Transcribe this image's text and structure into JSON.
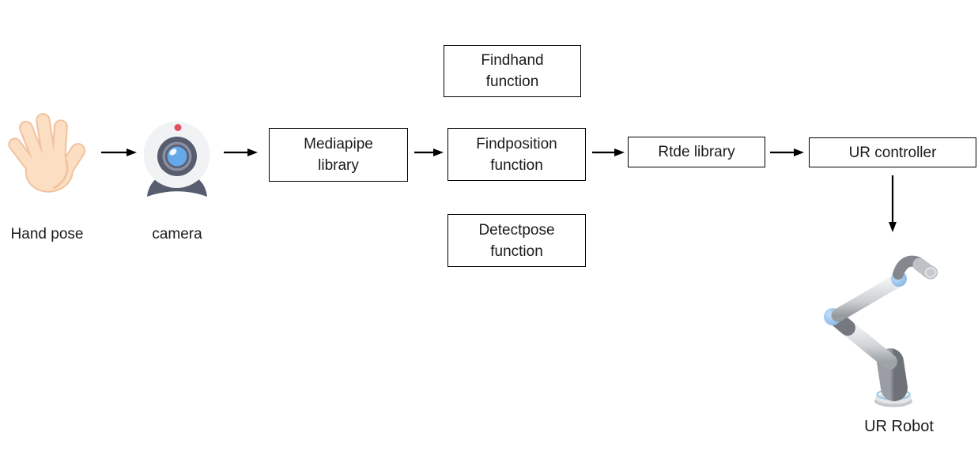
{
  "nodes": {
    "hand": {
      "label": "Hand pose"
    },
    "camera": {
      "label": "camera"
    },
    "mediapipe": {
      "line1": "Mediapipe",
      "line2": "library"
    },
    "findhand": {
      "line1": "Findhand",
      "line2": "function"
    },
    "findposition": {
      "line1": "Findposition",
      "line2": "function"
    },
    "detectpose": {
      "line1": "Detectpose",
      "line2": "function"
    },
    "rtde": {
      "label": "Rtde library"
    },
    "urcontroller": {
      "label": "UR controller"
    },
    "urrobot": {
      "label": "UR Robot"
    }
  },
  "icons": {
    "hand": "open-hand-emoji",
    "camera": "webcam",
    "robot": "ur-robot-arm"
  },
  "colors": {
    "background": "#ffffff",
    "box_fill": "#ffffff",
    "box_border": "#000000",
    "text": "#1a1a1a",
    "arrow": "#000000",
    "hand_skin": "#fcdfc3",
    "hand_outline": "#f2c29e",
    "webcam_body": "#f1f2f4",
    "webcam_dark_slate": "#575d6f",
    "webcam_ring_gray": "#8a90a1",
    "webcam_lens_blue": "#66a9e9",
    "webcam_record_dot": "#e04f5f",
    "robot_silver": "#d9dcdf",
    "robot_dark_gray": "#82868c",
    "robot_joint_blue": "#8ec0ec"
  }
}
